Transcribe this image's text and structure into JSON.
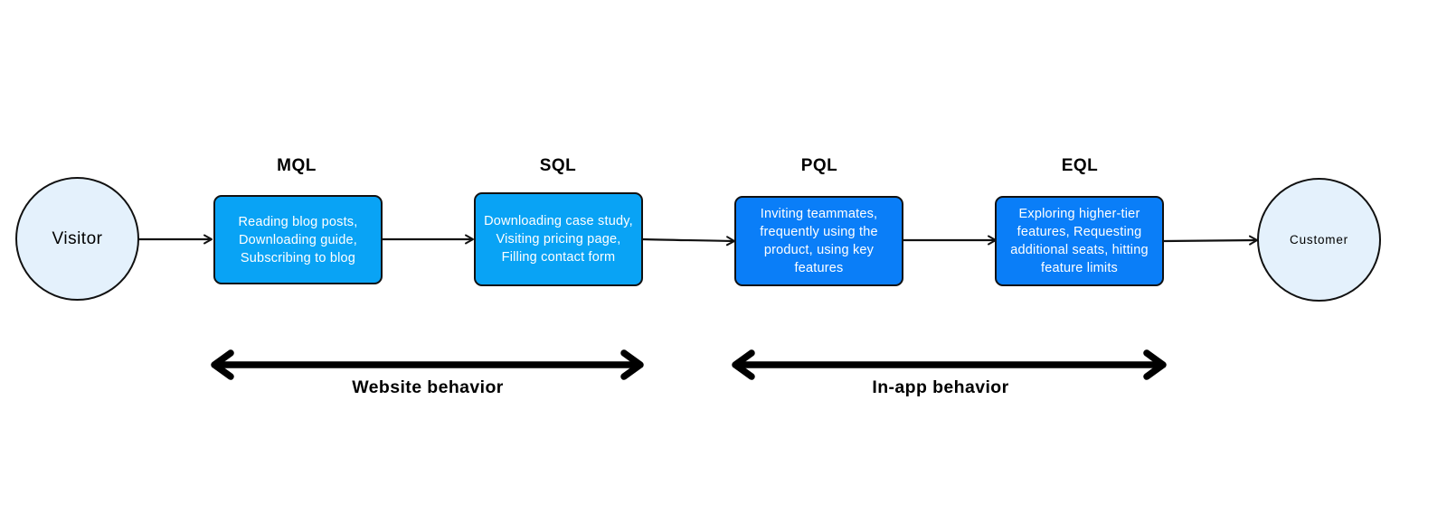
{
  "start_node": {
    "label": "Visitor"
  },
  "end_node": {
    "label": "Customer"
  },
  "stages": [
    {
      "name": "MQL",
      "description": "Reading blog posts, Downloading guide, Subscribing to blog",
      "color": "#09a3f5"
    },
    {
      "name": "SQL",
      "description": "Downloading case study, Visiting pricing page, Filling contact form",
      "color": "#09a3f5"
    },
    {
      "name": "PQL",
      "description": "Inviting teammates, frequently using the product, using key features",
      "color": "#0a7ef8"
    },
    {
      "name": "EQL",
      "description": "Exploring higher-tier features, Requesting additional seats, hitting feature limits",
      "color": "#0a7ef8"
    }
  ],
  "ranges": [
    {
      "label": "Website behavior"
    },
    {
      "label": "In-app behavior"
    }
  ],
  "colors": {
    "circle_fill": "#e4f1fc",
    "stroke": "#111111"
  }
}
